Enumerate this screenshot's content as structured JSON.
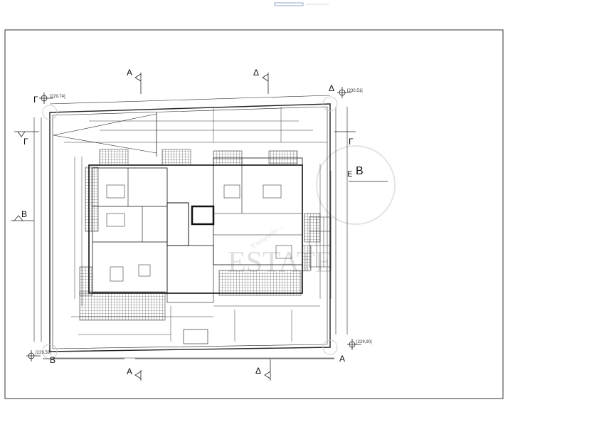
{
  "drawing": {
    "title_block_text": "",
    "section_markers": {
      "top_a": "Α",
      "top_delta": "Δ",
      "top_right_delta": "Δ",
      "left_gamma": "Γ",
      "left_gamma_arrow": "Γ",
      "right_gamma": "Γ",
      "left_b": "Β",
      "right_b": "Β",
      "right_e": "Ε",
      "bottom_left_b": "Β",
      "bottom_right_a": "Α",
      "bottom_a": "Α",
      "bottom_delta": "Δ"
    },
    "levels": {
      "top_left": "[229,74]",
      "top_right": "[230,51]",
      "bottom_left": "[229,59]",
      "bottom_right": "[229,90]"
    },
    "watermark": "ESTATE"
  }
}
